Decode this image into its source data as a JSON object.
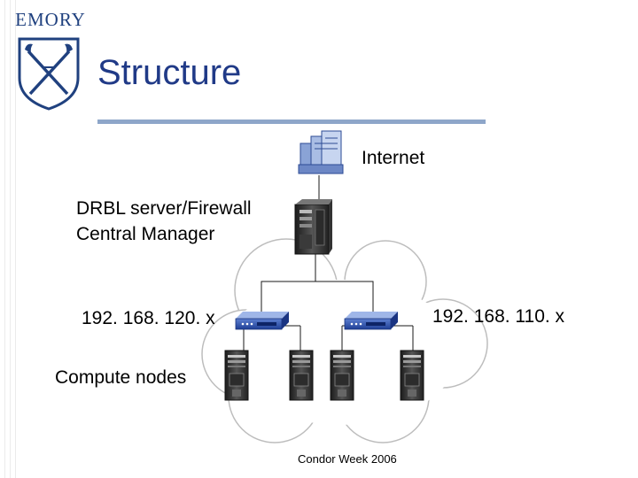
{
  "logo": {
    "wordmark": "EMORY",
    "icon": "emory-shield-torches-icon"
  },
  "slide": {
    "title": "Structure",
    "footer": "Condor Week 2006"
  },
  "diagram": {
    "labels": {
      "internet": "Internet",
      "server_line1": "DRBL server/Firewall",
      "server_line2": "Central Manager",
      "subnet_left": "192. 168. 120. x",
      "subnet_right": "192. 168. 110. x",
      "compute": "Compute nodes"
    },
    "icons": {
      "internet": "internet-servers-icon",
      "server": "server-tower-icon",
      "switch": "network-switch-icon",
      "node": "desktop-computer-icon"
    }
  },
  "colors": {
    "title": "#203a87",
    "logo": "#20417f",
    "rule": "#8ea6c9",
    "switch": "#2f55b0",
    "cloud_stroke": "#bdbdbd"
  }
}
